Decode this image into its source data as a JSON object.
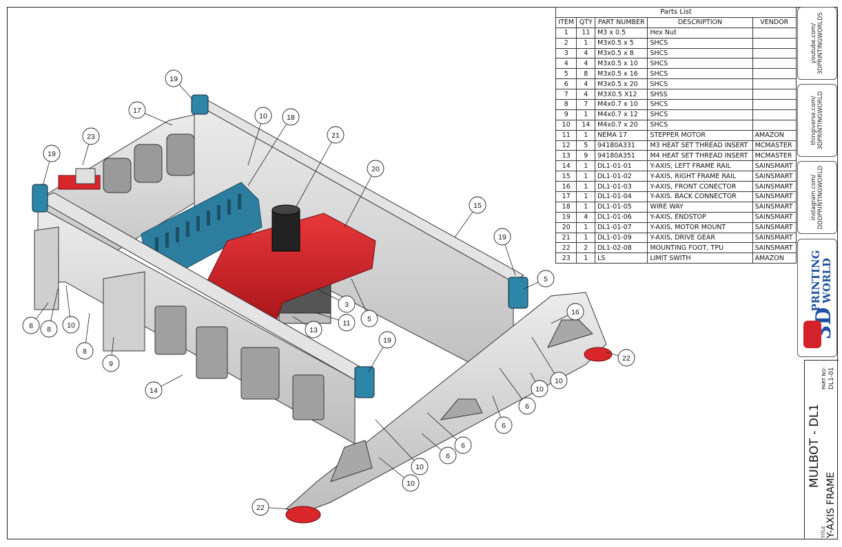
{
  "parts_list": {
    "caption": "Parts List",
    "headers": [
      "ITEM",
      "QTY",
      "PART NUMBER",
      "DESCRIPTION",
      "VENDOR"
    ],
    "rows": [
      [
        "1",
        "11",
        "M3 x 0.5",
        "Hex Nut",
        ""
      ],
      [
        "2",
        "1",
        "M3x0.5 x 5",
        "SHCS",
        ""
      ],
      [
        "3",
        "4",
        "M3x0.5 x 8",
        "SHCS",
        ""
      ],
      [
        "4",
        "4",
        "M3x0.5 x 10",
        "SHCS",
        ""
      ],
      [
        "5",
        "8",
        "M3x0.5 x 16",
        "SHCS",
        ""
      ],
      [
        "6",
        "4",
        "M3x0.5 x 20",
        "SHCS",
        ""
      ],
      [
        "7",
        "4",
        "M3X0.5 X12",
        "SHSS",
        ""
      ],
      [
        "8",
        "7",
        "M4x0.7 x 10",
        "SHCS",
        ""
      ],
      [
        "9",
        "1",
        "M4x0.7 x 12",
        "SHCS",
        ""
      ],
      [
        "10",
        "14",
        "M4x0.7 x 20",
        "SHCS",
        ""
      ],
      [
        "11",
        "1",
        "NEMA 17",
        "STEPPER MOTOR",
        "AMAZON"
      ],
      [
        "12",
        "5",
        "94180A331",
        "M3 HEAT SET THREAD INSERT",
        "MCMASTER"
      ],
      [
        "13",
        "9",
        "94180A351",
        "M4 HEAT SET THREAD INSERT",
        "MCMASTER"
      ],
      [
        "14",
        "1",
        "DL1-01-01",
        "Y-AXIS, LEFT FRAME RAIL",
        "SAINSMART"
      ],
      [
        "15",
        "1",
        "DL1-01-02",
        "Y-AXIS, RIGHT  FRAME RAIL",
        "SAINSMART"
      ],
      [
        "16",
        "1",
        "DL1-01-03",
        "Y-AXIS, FRONT CONECTOR",
        "SAINSMART"
      ],
      [
        "17",
        "1",
        "DL1-01-04",
        "Y-AXIS. BACK CONNECTOR",
        "SAINSMART"
      ],
      [
        "18",
        "1",
        "DL1-01-05",
        "WIRE WAY",
        "SAINSMART"
      ],
      [
        "19",
        "4",
        "DL1-01-06",
        "Y-AXIS, ENDSTOP",
        "SAINSMART"
      ],
      [
        "20",
        "1",
        "DL1-01-07",
        "Y-AXIS, MOTOR MOUNT",
        "SAINSMART"
      ],
      [
        "21",
        "1",
        "DL1-01-09",
        "Y-AXIS, DRIVE GEAR",
        "SAINSMART"
      ],
      [
        "22",
        "2",
        "DL1-02-08",
        "MOUNTING FOOT, TPU",
        "SAINSMART"
      ],
      [
        "23",
        "1",
        "LS",
        "LIMIT SWITH",
        "AMAZON"
      ]
    ]
  },
  "links": {
    "youtube": [
      "youtube.com/",
      "3DPRINTINGWORLDS"
    ],
    "thingiverse": [
      "thingiverse.com/",
      "3DPRINTINGWORLD"
    ],
    "instagram": [
      "instagram.com/",
      "DDDPRINTINGWORLD"
    ]
  },
  "logo": {
    "line1": "PRINTING",
    "line2": "WORLD",
    "mark": "3D"
  },
  "title_block": {
    "part_no_label": "PART NO:",
    "part_no": "DL1-01",
    "project": "MULBOT - DL1",
    "title_label": "TITLE",
    "title": "Y-AXIS FRAME"
  },
  "balloons": [
    "19",
    "17",
    "23",
    "19",
    "10",
    "18",
    "21",
    "20",
    "15",
    "19",
    "5",
    "16",
    "22",
    "10",
    "10",
    "6",
    "6",
    "6",
    "6",
    "10",
    "10",
    "22",
    "19",
    "14",
    "9",
    "8",
    "8",
    "8",
    "10",
    "13",
    "11",
    "3",
    "5"
  ],
  "colors": {
    "frame": "#d8d8d8",
    "frame_dark": "#a9a9a9",
    "mount_red": "#d9262b",
    "wireway_blue": "#2c7d9e",
    "endstop_blue": "#2d86a8",
    "motor": "#555555",
    "logo_blue": "#1e4fa3",
    "logo_red": "#d3222a"
  }
}
